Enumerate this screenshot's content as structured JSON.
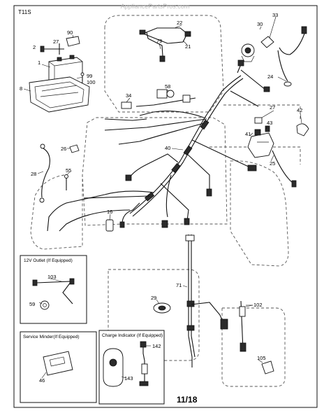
{
  "header": {
    "code": "T11S",
    "watermark": "AppliancePartsPros.com"
  },
  "footer": {
    "page": "11/18"
  },
  "insets": {
    "outlet_title": "12V Outlet (If Equipped)",
    "service_title": "Service Minder(If Equipped)",
    "charge_title": "Charge Indicator (If Equipped)"
  },
  "callouts": {
    "c1": "1",
    "c2": "2",
    "c8": "8",
    "c16": "16",
    "c21": "21",
    "c22": "22",
    "c24": "24",
    "c25": "25",
    "c26": "26",
    "c27a": "27",
    "c27b": "27",
    "c28": "28",
    "c29": "29",
    "c30": "30",
    "c33": "33",
    "c34": "34",
    "c40": "40",
    "c41": "41",
    "c42": "42",
    "c43": "43",
    "c46": "46",
    "c55": "55",
    "c58": "58",
    "c59": "59",
    "c71": "71",
    "c79": "79",
    "c90": "90",
    "c99": "99",
    "c100": "100",
    "c102": "102",
    "c103": "103",
    "c105": "105",
    "c142": "142",
    "c143": "143"
  }
}
